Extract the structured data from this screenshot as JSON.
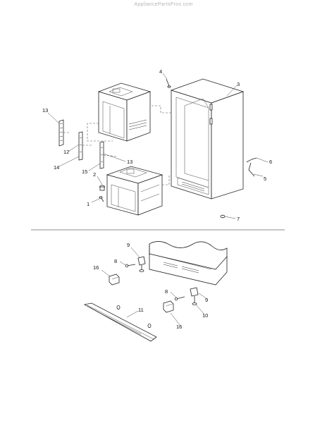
{
  "watermark": "AppliancePartsPros.com",
  "callouts": {
    "c1": "1",
    "c2": "2",
    "c3": "3",
    "c4": "4",
    "c5": "5",
    "c6": "6",
    "c7": "7",
    "c8a": "8",
    "c8b": "8",
    "c9a": "9",
    "c9b": "9",
    "c10": "10",
    "c11": "11",
    "c12": "12",
    "c13a": "13",
    "c13b": "13",
    "c14": "14",
    "c15": "15",
    "c16a": "16",
    "c16b": "16"
  }
}
